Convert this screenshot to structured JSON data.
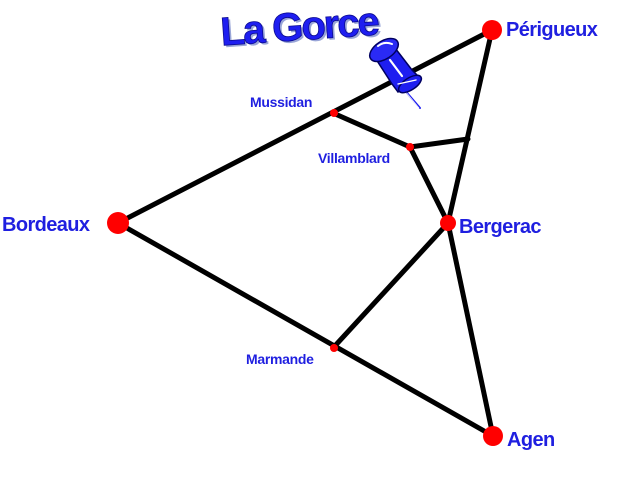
{
  "title": "La Gorce",
  "cities": {
    "perigueux": "Périgueux",
    "bordeaux": "Bordeaux",
    "bergerac": "Bergerac",
    "agen": "Agen"
  },
  "towns": {
    "mussidan": "Mussidan",
    "villamblard": "Villamblard",
    "marmande": "Marmande"
  },
  "marker_icon": "pushpin-icon",
  "colors": {
    "label": "#1f1fe0",
    "city_dot": "#ff0000",
    "road": "#000000",
    "pin": "#1e1ef0"
  }
}
